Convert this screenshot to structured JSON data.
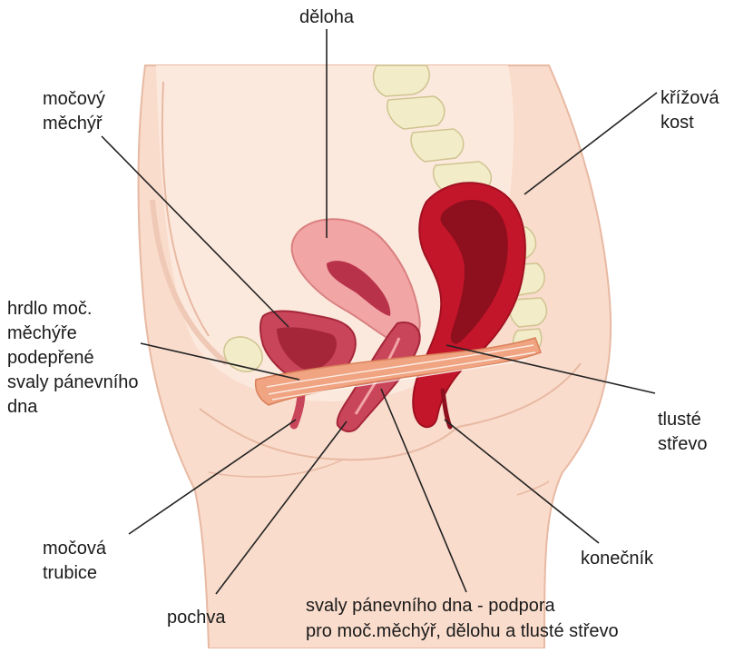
{
  "labels": {
    "uterus": "děloha",
    "bladder": [
      "močový",
      "měchýř"
    ],
    "sacrum": [
      "křížová",
      "kost"
    ],
    "bladder_neck": [
      "hrdlo moč.",
      "měchýře",
      "podepřené",
      "svaly pánevního",
      "dna"
    ],
    "colon": [
      "tlusté",
      "střevo"
    ],
    "urethra": [
      "močová",
      "trubice"
    ],
    "rectum": "konečník",
    "vagina": "pochva",
    "pelvic_floor": [
      "svaly pánevního dna - podpora",
      "pro moč.měchýř, dělohu a tlusté střevo"
    ]
  },
  "colors": {
    "skin": "#f9dccc",
    "skin_outline": "#e8b9a3",
    "body_inner": "#fce9dd",
    "bone": "#f2ecc8",
    "bone_outline": "#cfc490",
    "uterus": "#f2a5a5",
    "uterus_dark": "#b8334a",
    "bladder": "#c9455a",
    "bladder_inner": "#a52638",
    "colon": "#c4162a",
    "colon_inner": "#8e0f1e",
    "muscle": "#f0a482",
    "muscle_line": "#ffffff"
  }
}
